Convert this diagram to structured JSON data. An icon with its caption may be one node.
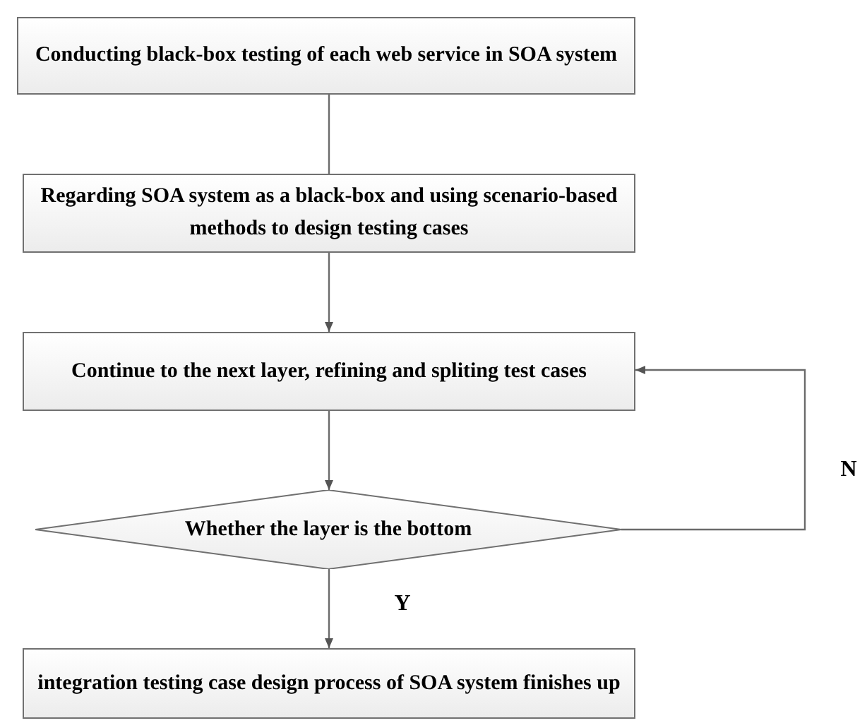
{
  "diagram": {
    "nodes": [
      {
        "text": [
          "Conducting  black-box testing of each web service in SOA system"
        ]
      },
      {
        "text": [
          "Regarding SOA system as a black-box and using scenario-based methods to design testing cases"
        ]
      },
      {
        "text": [
          "Continue to the next layer, refining and spliting test cases"
        ]
      },
      {
        "text": [
          "Whether the layer is the bottom"
        ]
      },
      {
        "text": [
          "integration testing case design process of SOA system finishes up"
        ]
      }
    ],
    "edges": [
      {
        "from": 0,
        "to": 1,
        "arrow": "none"
      },
      {
        "from": 1,
        "to": 2,
        "arrow": "to"
      },
      {
        "from": 2,
        "to": 3,
        "arrow": "to"
      },
      {
        "from": 3,
        "to": 2,
        "arrow": "to",
        "label": "N"
      },
      {
        "from": 3,
        "to": 4,
        "arrow": "to",
        "label": "Y"
      }
    ]
  }
}
